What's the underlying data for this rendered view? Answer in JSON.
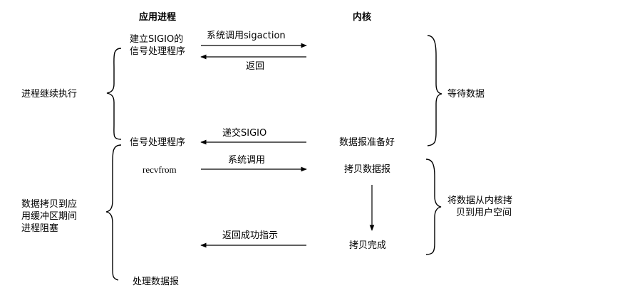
{
  "headers": {
    "app_process": "应用进程",
    "kernel": "内核"
  },
  "left_labels": {
    "continue": "进程继续执行",
    "blocked_line1": "数据拷贝到应",
    "blocked_line2": "用缓冲区期间",
    "blocked_line3": "进程阻塞"
  },
  "app_column": {
    "setup_line1": "建立SIGIO的",
    "setup_line2": "信号处理程序",
    "handler": "信号处理程序",
    "recvfrom": "recvfrom",
    "process": "处理数据报"
  },
  "arrows": {
    "sigaction": "系统调用sigaction",
    "return": "返回",
    "deliver": "递交SIGIO",
    "syscall": "系统调用",
    "success": "返回成功指示"
  },
  "kernel_column": {
    "ready": "数据报准备好",
    "copy": "拷贝数据报",
    "done": "拷贝完成"
  },
  "right_labels": {
    "wait": "等待数据",
    "copy_line1": "将数据从内核拷",
    "copy_line2": "贝到用户空间"
  }
}
